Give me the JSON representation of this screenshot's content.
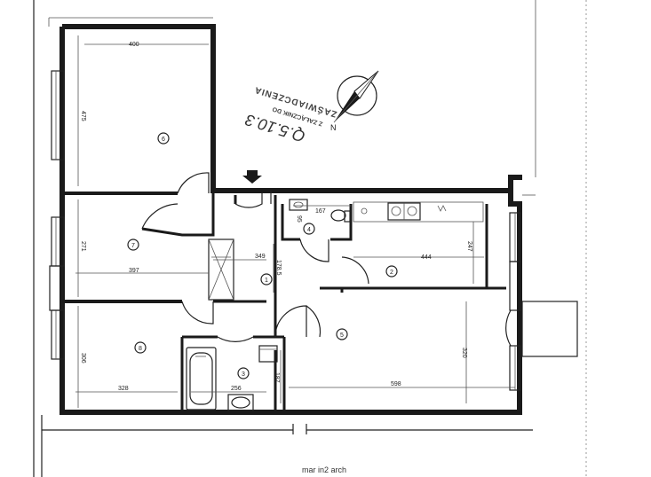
{
  "dimensions": {
    "room6_width": "400",
    "room6_height": "475",
    "room7_height": "271",
    "room7_width": "397",
    "hall_width": "349",
    "hall_height": "178.5",
    "wc_width": "167",
    "wc_height": "95",
    "kitchen_width": "444",
    "kitchen_height": "247",
    "room8_height": "306",
    "room8_width": "328",
    "bath_width": "256",
    "bath_height": "187",
    "room5_width": "598",
    "room5_height": "320"
  },
  "rooms": [
    "1",
    "2",
    "3",
    "4",
    "5",
    "6",
    "7",
    "8"
  ],
  "stamp": {
    "line1": "ZAŚWIADCZENIA",
    "line2": "Z ZAŁĄCZNIK DO",
    "handwritten": "Q.5.10.3"
  },
  "compass_label": "N",
  "footer": "mar in2 arch"
}
